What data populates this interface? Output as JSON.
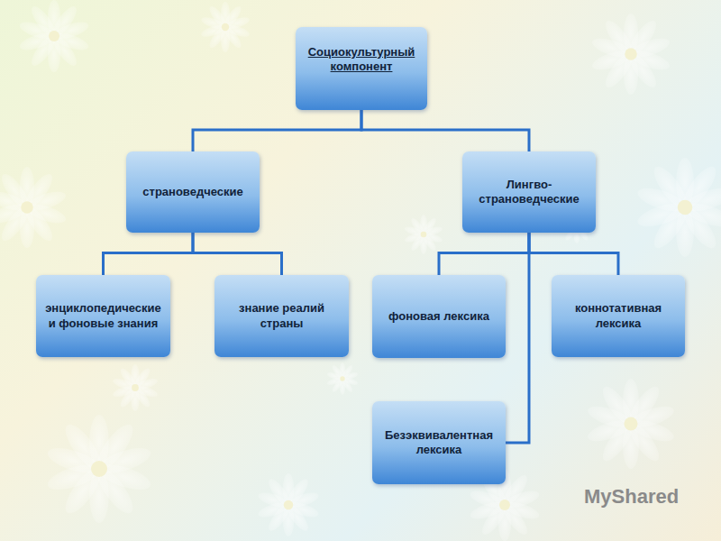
{
  "diagram": {
    "nodes": [
      {
        "text": [
          "Социокультурный компонент"
        ]
      },
      {
        "text": [
          "страноведческие"
        ]
      },
      {
        "text": [
          "Лингво-страноведческие"
        ]
      },
      {
        "text": [
          "энциклопедические и фоновые знания"
        ]
      },
      {
        "text": [
          "знание реалий страны"
        ]
      },
      {
        "text": [
          "фоновая лексика"
        ]
      },
      {
        "text": [
          "коннотативная лексика"
        ]
      },
      {
        "text": [
          "Безэквивалентная лексика"
        ]
      }
    ],
    "edges": [
      {
        "from": 0,
        "to": 1,
        "arrow": "none"
      },
      {
        "from": 0,
        "to": 2,
        "arrow": "none"
      },
      {
        "from": 1,
        "to": 3,
        "arrow": "none"
      },
      {
        "from": 1,
        "to": 4,
        "arrow": "none"
      },
      {
        "from": 2,
        "to": 5,
        "arrow": "none"
      },
      {
        "from": 2,
        "to": 6,
        "arrow": "none"
      },
      {
        "from": 2,
        "to": 7,
        "arrow": "none"
      }
    ],
    "labels": [
      "MyShared"
    ]
  }
}
